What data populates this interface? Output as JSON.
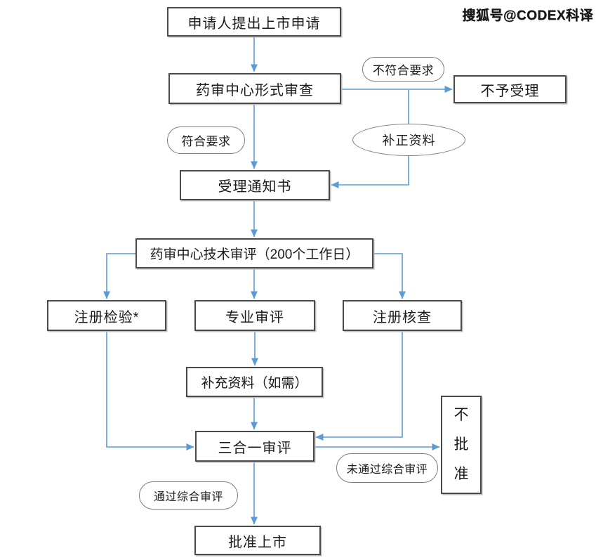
{
  "watermark": "搜狐号@CODEX科译",
  "colors": {
    "connector": "#5b9bd5",
    "box_border": "#4a4a4a",
    "ellipse_border": "#7d7d7d",
    "text": "#1a1a1a"
  },
  "flowchart": {
    "boxes": {
      "apply": "申请人提出上市申请",
      "formal_review": "药审中心形式审查",
      "not_accepted": "不予受理",
      "acceptance_notice": "受理通知书",
      "tech_review": "药审中心技术审评（200个工作日）",
      "registration_test": "注册检验*",
      "professional_review": "专业审评",
      "registration_verify": "注册核查",
      "supplement_if_needed": "补充资料（如需）",
      "three_in_one": "三合一审评",
      "not_approved": "不批准",
      "approved": "批准上市"
    },
    "labels": {
      "not_meet": "不符合要求",
      "correct_materials": "补正资料",
      "meet": "符合要求",
      "fail_comprehensive": "未通过综合审评",
      "pass_comprehensive": "通过综合审评"
    }
  }
}
